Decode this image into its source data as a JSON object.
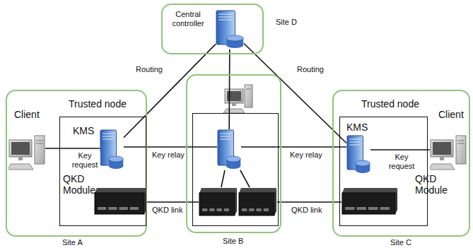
{
  "diagram": {
    "nodes": [
      {
        "text": [
          "Site D"
        ]
      },
      {
        "text": [
          "Central controller"
        ],
        "in": 0
      },
      {
        "text": [
          "Site A"
        ]
      },
      {
        "text": [
          "Trusted node"
        ],
        "in": 2
      },
      {
        "text": [
          "Client"
        ],
        "in": 2
      },
      {
        "text": [
          "KMS"
        ],
        "in": 3
      },
      {
        "text": [
          "QKD Module"
        ],
        "in": 3
      },
      {
        "text": [
          "Site B"
        ]
      },
      {
        "text": [],
        "in": 7
      },
      {
        "text": [],
        "in": 8
      },
      {
        "text": [],
        "in": 8
      },
      {
        "text": [],
        "in": 8
      },
      {
        "text": [
          "Site C"
        ]
      },
      {
        "text": [
          "Trusted node"
        ],
        "in": 12
      },
      {
        "text": [
          "Client"
        ],
        "in": 12
      },
      {
        "text": [
          "KMS"
        ],
        "in": 13
      },
      {
        "text": [
          "QKD Module"
        ],
        "in": 13
      }
    ],
    "edges": [
      {
        "from": 4,
        "to": 5,
        "label": "Key request",
        "arrow": "none"
      },
      {
        "from": 5,
        "to": 9,
        "label": "Key relay",
        "arrow": "none"
      },
      {
        "from": 9,
        "to": 15,
        "label": "Key relay",
        "arrow": "none"
      },
      {
        "from": 14,
        "to": 15,
        "label": "Key request",
        "arrow": "none"
      },
      {
        "from": 6,
        "to": 10,
        "label": "QKD link",
        "arrow": "none"
      },
      {
        "from": 11,
        "to": 16,
        "label": "QKD link",
        "arrow": "none"
      },
      {
        "from": 5,
        "to": 1,
        "label": "Routing",
        "arrow": "none"
      },
      {
        "from": 15,
        "to": 1,
        "label": "Routing",
        "arrow": "none"
      },
      {
        "from": 1,
        "to": 9,
        "arrow": "none"
      },
      {
        "from": 9,
        "to": 10,
        "arrow": "none"
      },
      {
        "from": 9,
        "to": 11,
        "arrow": "none"
      }
    ]
  }
}
